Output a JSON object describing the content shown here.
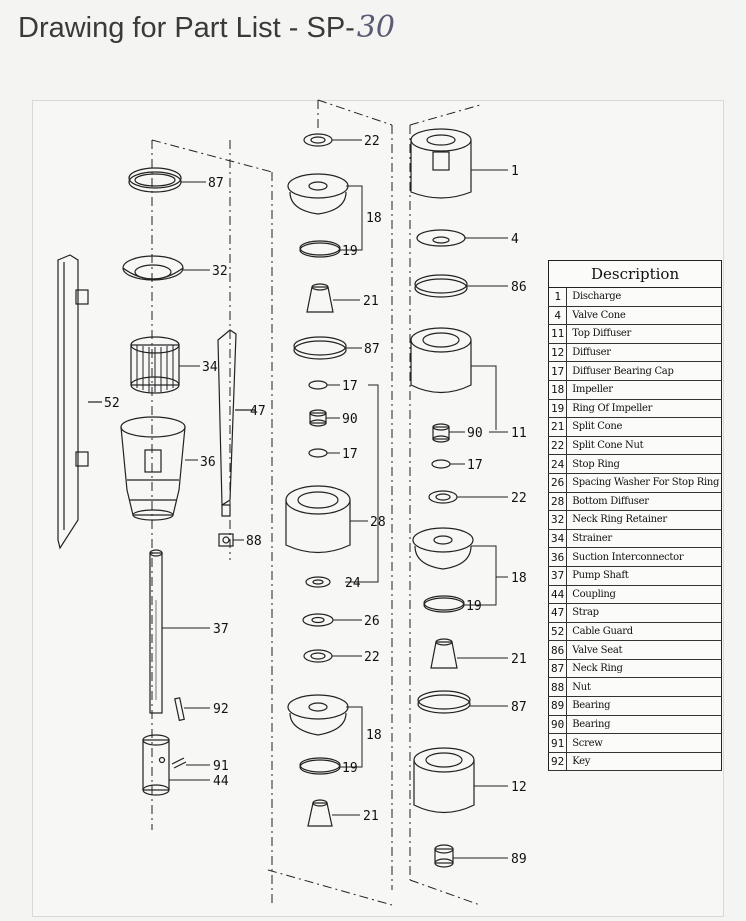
{
  "title": {
    "text": "Drawing for Part List - SP-",
    "handwritten": "30"
  },
  "table": {
    "header": "Description",
    "rows": [
      {
        "num": "1",
        "name": "Discharge"
      },
      {
        "num": "4",
        "name": "Valve Cone"
      },
      {
        "num": "11",
        "name": "Top Diffuser"
      },
      {
        "num": "12",
        "name": "Diffuser"
      },
      {
        "num": "17",
        "name": "Diffuser Bearing Cap"
      },
      {
        "num": "18",
        "name": "Impeller"
      },
      {
        "num": "19",
        "name": "Ring Of Impeller"
      },
      {
        "num": "21",
        "name": "Split Cone"
      },
      {
        "num": "22",
        "name": "Split Cone Nut"
      },
      {
        "num": "24",
        "name": "Stop Ring"
      },
      {
        "num": "26",
        "name": "Spacing Washer For Stop Ring"
      },
      {
        "num": "28",
        "name": "Bottom Diffuser"
      },
      {
        "num": "32",
        "name": "Neck Ring Retainer"
      },
      {
        "num": "34",
        "name": "Strainer"
      },
      {
        "num": "36",
        "name": "Suction Interconnector"
      },
      {
        "num": "37",
        "name": "Pump Shaft"
      },
      {
        "num": "44",
        "name": "Coupling"
      },
      {
        "num": "47",
        "name": "Strap"
      },
      {
        "num": "52",
        "name": "Cable Guard"
      },
      {
        "num": "86",
        "name": "Valve Seat"
      },
      {
        "num": "87",
        "name": "Neck Ring"
      },
      {
        "num": "88",
        "name": "Nut"
      },
      {
        "num": "89",
        "name": "Bearing"
      },
      {
        "num": "90",
        "name": "Bearing"
      },
      {
        "num": "91",
        "name": "Screw"
      },
      {
        "num": "92",
        "name": "Key"
      }
    ]
  },
  "callouts": {
    "c87a": "87",
    "c32": "32",
    "c34": "34",
    "c52": "52",
    "c47": "47",
    "c36": "36",
    "c88": "88",
    "c37": "37",
    "c92": "92",
    "c91": "91",
    "c44": "44",
    "c22a": "22",
    "c18a": "18",
    "c19a": "19",
    "c21a": "21",
    "c87b": "87",
    "c17a": "17",
    "c90a": "90",
    "c17b": "17",
    "c28": "28",
    "c24": "24",
    "c26": "26",
    "c22b": "22",
    "c18b": "18",
    "c19b": "19",
    "c21b": "21",
    "c1": "1",
    "c4": "4",
    "c86": "86",
    "c90b": "90",
    "c11": "11",
    "c17c": "17",
    "c22c": "22",
    "c18c": "18",
    "c19c": "19",
    "c21c": "21",
    "c87c": "87",
    "c12": "12",
    "c89": "89"
  }
}
